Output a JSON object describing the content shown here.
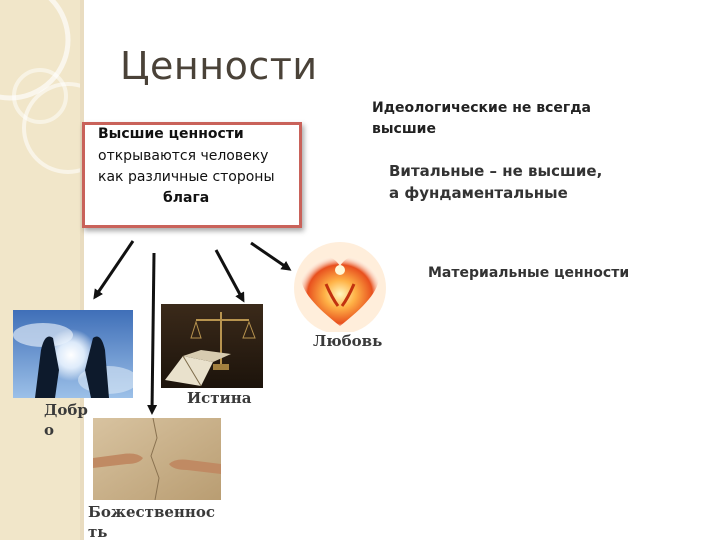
{
  "slide": {
    "title": "Ценности",
    "box_lines": {
      "line1": "Высшие ценности",
      "line2": "открываются человеку",
      "line3": "как различные стороны",
      "line4": "блага"
    },
    "ideological": {
      "line1": "Идеологические не всегда",
      "line2": "высшие"
    },
    "vital": {
      "line1": "Витальные – не высшие,",
      "line2": "а фундаментальные"
    },
    "material": "Материальные ценности",
    "labels": {
      "dobro_1": "Добр",
      "dobro_2": "о",
      "istina": "Истина",
      "lyubov": "Любовь",
      "bozh_1": "Божественнос",
      "bozh_2": "ть"
    }
  },
  "colors": {
    "box_border": "#c9625a",
    "sidebar": "#f1e6c9",
    "title": "#4a4238"
  }
}
